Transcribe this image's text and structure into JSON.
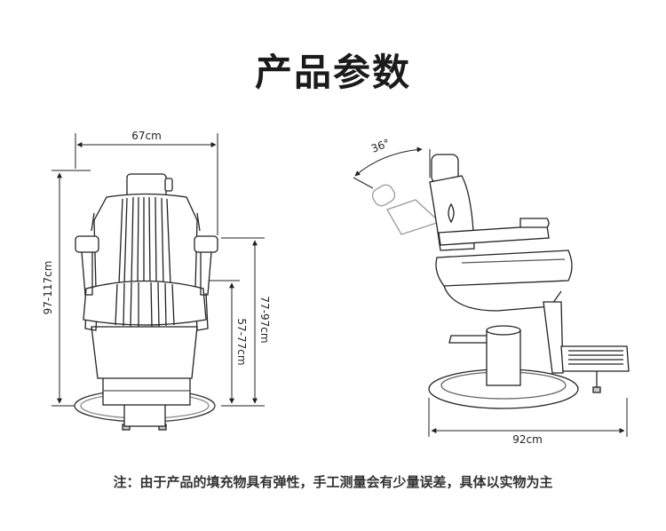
{
  "header": {
    "title": "产品参数"
  },
  "dimensions": {
    "width": "67cm",
    "total_height": "97-117cm",
    "armrest_height": "77-97cm",
    "seat_height": "57-77cm",
    "recline_angle": "36°",
    "depth": "92cm"
  },
  "footer": {
    "note": "注：由于产品的填充物具有弹性，手工测量会有少量误差，具体以实物为主"
  }
}
